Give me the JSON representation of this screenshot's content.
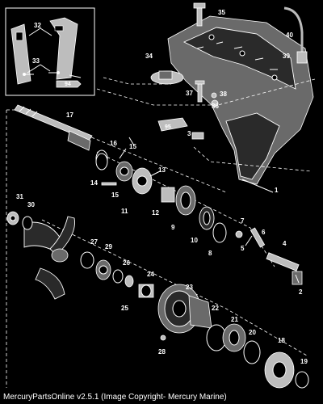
{
  "footer": {
    "text": "MercuryPartsOnline v2.5.1 (Image Copyright- Mercury Marine)"
  },
  "callouts": {
    "c1": "1",
    "c2": "2",
    "c3": "3",
    "c4": "4",
    "c5": "5",
    "c6": "6",
    "c7": "7",
    "c8": "8",
    "c9": "9",
    "c10": "10",
    "c11": "11",
    "c12": "12",
    "c13": "13",
    "c14": "14",
    "c15a": "15",
    "c15b": "15",
    "c16": "16",
    "c17": "17",
    "c18": "18",
    "c19": "19",
    "c20": "20",
    "c21": "21",
    "c22": "22",
    "c23": "23",
    "c24": "24",
    "c25": "25",
    "c26": "26",
    "c27": "27",
    "c28": "28",
    "c29": "29",
    "c30": "30",
    "c31": "31",
    "c32": "32",
    "c33": "33",
    "c34": "34",
    "c35": "35",
    "c36": "36",
    "c37": "37",
    "c38": "38",
    "c39": "39",
    "c40": "40",
    "tube94a": "94",
    "tube95": "95"
  }
}
